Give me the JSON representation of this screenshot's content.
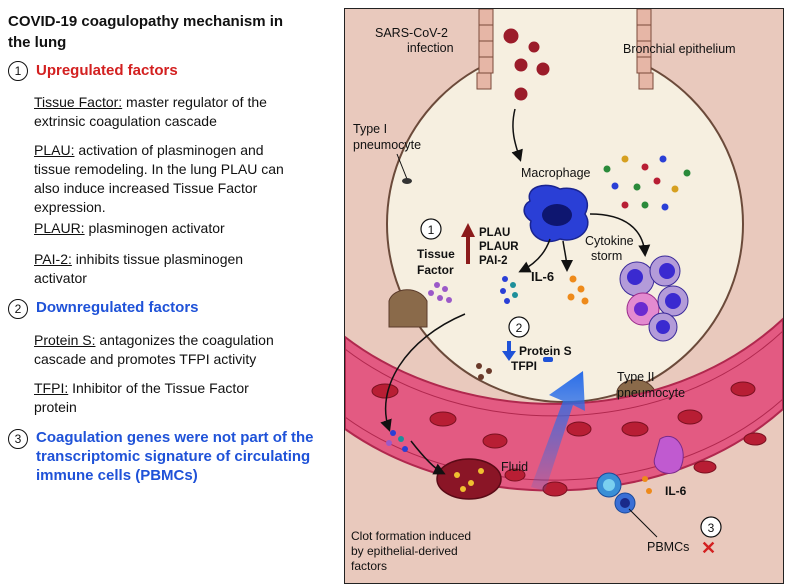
{
  "left": {
    "title_line1": "COVID-19 coagulopathy mechanism in",
    "title_line2": "the lung",
    "sections": [
      {
        "number": "1",
        "heading": "Upregulated factors",
        "color": "#d32020"
      },
      {
        "number": "2",
        "heading": "Downregulated factors",
        "color": "#1f52d8"
      },
      {
        "number": "3",
        "heading_lines": [
          "Coagulation genes were not part of the",
          "transcriptomic signature of circulating",
          "immune cells (PBMCs)"
        ],
        "color": "#1f52d8"
      }
    ],
    "items": {
      "tf": {
        "term": "Tissue Factor:",
        "lines": [
          " master regulator of the",
          "extrinsic coagulation cascade"
        ]
      },
      "plau": {
        "term": "PLAU:",
        "lines": [
          " activation of plasminogen and",
          "tissue remodeling. In the lung PLAU can",
          "also induce increased Tissue Factor",
          "expression."
        ]
      },
      "plaur": {
        "term": "PLAUR:",
        "lines": [
          " plasminogen activator"
        ]
      },
      "pai2": {
        "term": "PAI-2:",
        "lines": [
          " inhibits tissue plasminogen",
          "activator"
        ]
      },
      "pros": {
        "term": "Protein S:",
        "lines": [
          " antagonizes the coagulation",
          "cascade and promotes TFPI activity"
        ]
      },
      "tfpi": {
        "term": "TFPI:",
        "lines": [
          " Inhibitor of the Tissue Factor",
          "protein"
        ]
      }
    }
  },
  "diagram": {
    "virus_label": [
      "SARS-CoV-2",
      "infection"
    ],
    "bronchial_label": "Bronchial epithelium",
    "type1_label": [
      "Type I",
      "pneumocyte"
    ],
    "macrophage_label": "Macrophage",
    "num1": "1",
    "tissue_factor_label": [
      "Tissue",
      "Factor"
    ],
    "up_genes": [
      "PLAU",
      "PLAUR",
      "PAI-2"
    ],
    "cytokine_label": [
      "Cytokine",
      "storm"
    ],
    "il6_label": "IL-6",
    "num2": "2",
    "protein_s_label": "Protein S",
    "tfpi_label": "TFPI",
    "type2_label": [
      "Type II",
      "pneumocyte"
    ],
    "fluid_label": "Fluid",
    "il6_vessel_label": "IL-6",
    "num3": "3",
    "pbmc_label": "PBMCs",
    "x_mark": "✕",
    "clot_label": [
      "Clot formation induced",
      "by epithelial-derived",
      "factors"
    ],
    "colors": {
      "alveolus": "#f6efe0",
      "wall": "#e9c9bd",
      "vessel": "#e35a82",
      "vessel_dark": "#b0284e",
      "rbc": "#b81e34",
      "up_arrow": "#8b1b1b",
      "down_arrow": "#1f52d8",
      "fluid_arrow": "#2a6de8"
    }
  }
}
